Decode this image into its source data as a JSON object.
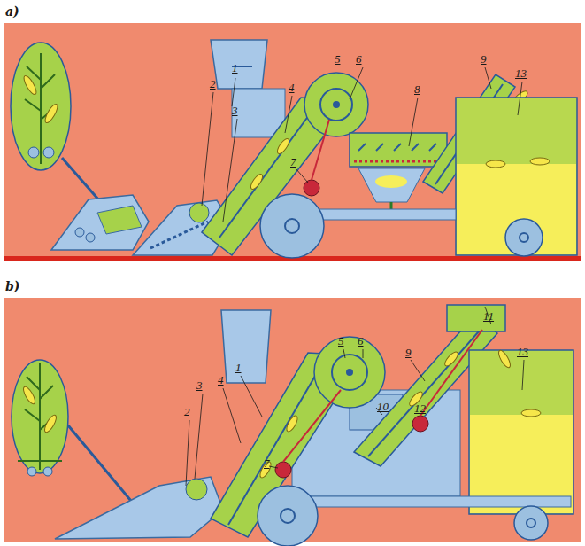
{
  "diagram": {
    "labels": [
      "a)",
      "1",
      "2",
      "3",
      "4",
      "5",
      "6",
      "7",
      "8",
      "9",
      "13",
      "b)",
      "11",
      "13",
      "5",
      "6",
      "9",
      "1",
      "3",
      "4",
      "2",
      "7",
      "10",
      "12"
    ]
  }
}
